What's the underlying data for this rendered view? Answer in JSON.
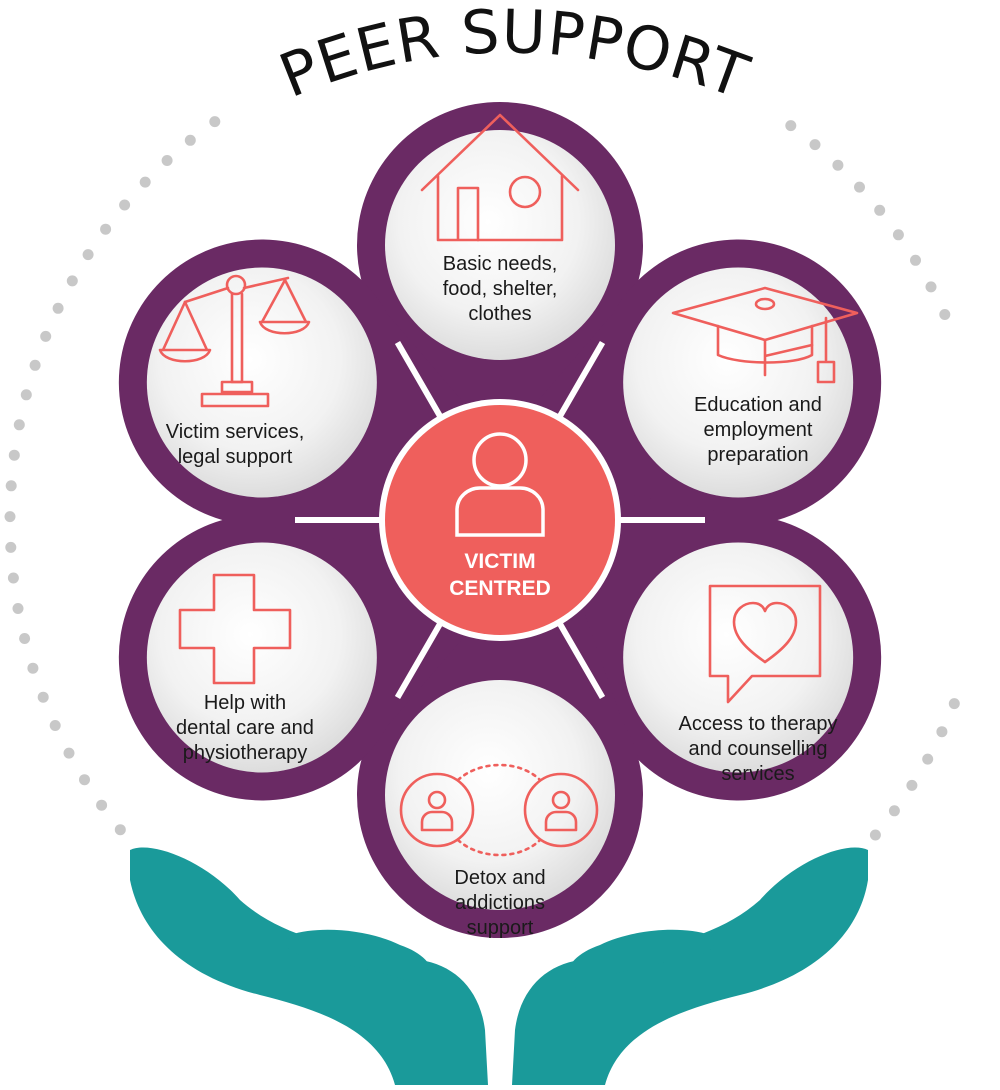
{
  "title": "PEER SUPPORT",
  "center": {
    "label": "VICTIM\nCENTRED",
    "icon": "person-icon"
  },
  "petals": [
    {
      "id": "basic-needs",
      "label": "Basic needs,\nfood, shelter,\nclothes",
      "icon": "house-icon"
    },
    {
      "id": "education",
      "label": "Education and\nemployment\npreparation",
      "icon": "graduation-cap-icon"
    },
    {
      "id": "therapy",
      "label": "Access to therapy\nand counselling\nservices",
      "icon": "heart-speech-bubble-icon"
    },
    {
      "id": "detox",
      "label": "Detox and\naddictions\nsupport",
      "icon": "two-people-connected-icon"
    },
    {
      "id": "dental",
      "label": "Help with\ndental care and\nphysiotherapy",
      "icon": "medical-cross-icon"
    },
    {
      "id": "legal",
      "label": "Victim services,\nlegal support",
      "icon": "scales-of-justice-icon"
    }
  ],
  "colors": {
    "petal": "#6a2a64",
    "inner_circle": "#ececec",
    "center": "#ef5f5c",
    "icon_stroke": "#ef5f5c",
    "hands": "#1a9a9a",
    "dots": "#c8c8c8",
    "title": "#111111"
  }
}
